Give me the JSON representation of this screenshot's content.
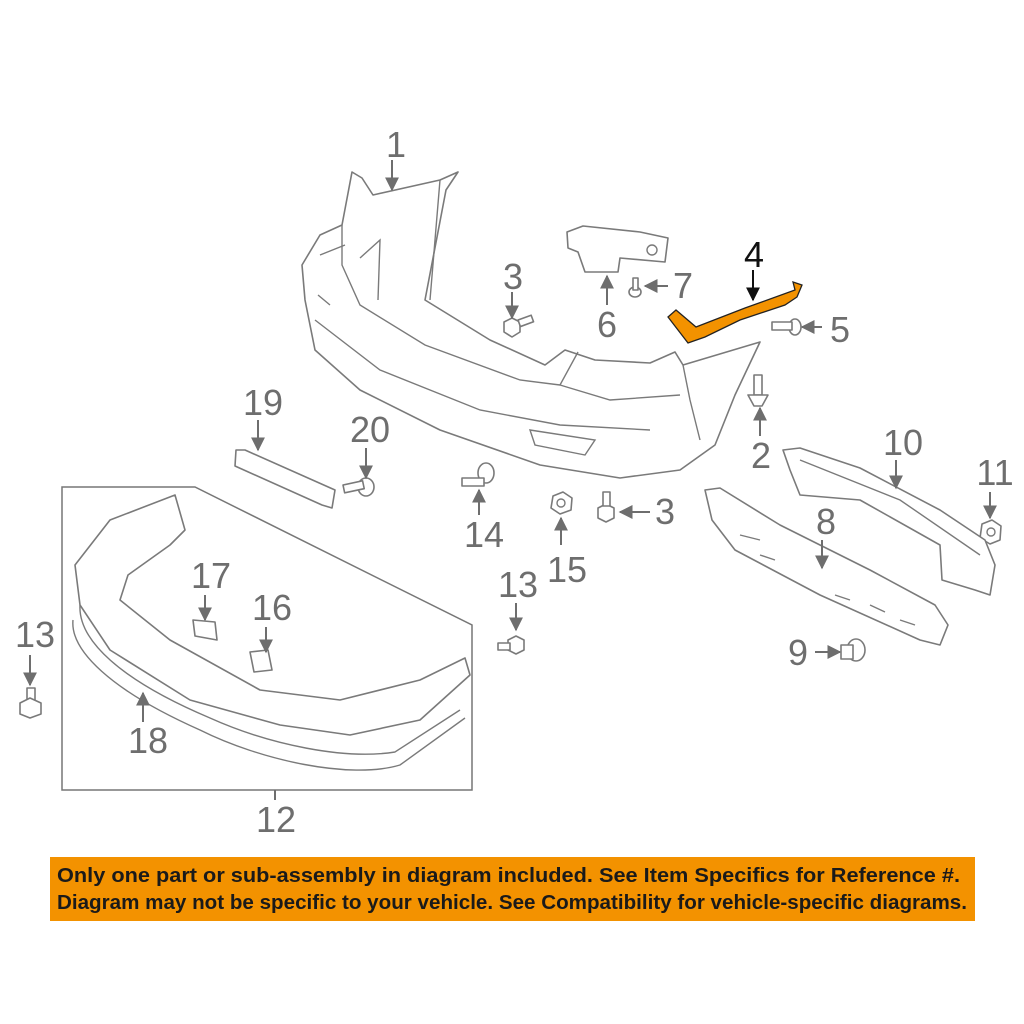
{
  "diagram": {
    "highlight_color": "#F39200",
    "banner_color": "#F39200",
    "callouts": {
      "c1": "1",
      "c2": "2",
      "c3a": "3",
      "c3b": "3",
      "c4": "4",
      "c5": "5",
      "c6": "6",
      "c7": "7",
      "c8": "8",
      "c9": "9",
      "c10": "10",
      "c11": "11",
      "c12": "12",
      "c13a": "13",
      "c13b": "13",
      "c14": "14",
      "c15": "15",
      "c16": "16",
      "c17": "17",
      "c18": "18",
      "c19": "19",
      "c20": "20"
    },
    "highlighted_part": "4"
  },
  "banner": {
    "line1": "Only one part or sub-assembly in diagram included. See Item Specifics for Reference #.",
    "line2": "Diagram may not be specific to your vehicle. See Compatibility for vehicle-specific diagrams."
  }
}
